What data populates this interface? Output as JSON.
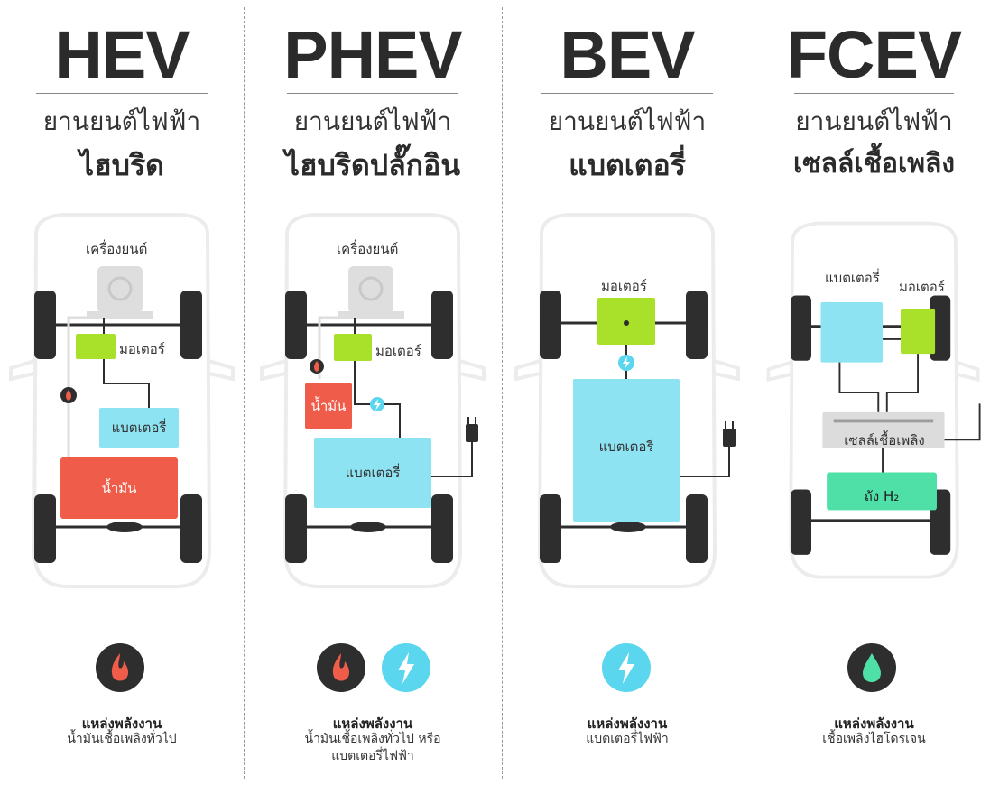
{
  "columns": [
    {
      "code": "HEV",
      "title1": "ยานยนต์ไฟฟ้า",
      "title2": "ไฮบริด",
      "labels": {
        "engine": "เครื่องยนต์",
        "motor": "มอเตอร์",
        "battery": "แบตเตอรี่",
        "fuel": "น้ำมัน"
      },
      "source_title": "แหล่งพลังงาน",
      "source_desc": "น้ำมันเชื้อเพลิงทั่วไป",
      "source_icons": [
        "flame-icon"
      ]
    },
    {
      "code": "PHEV",
      "title1": "ยานยนต์ไฟฟ้า",
      "title2": "ไฮบริดปลั๊กอิน",
      "labels": {
        "engine": "เครื่องยนต์",
        "motor": "มอเตอร์",
        "battery": "แบตเตอรี่",
        "fuel": "น้ำมัน"
      },
      "source_title": "แหล่งพลังงาน",
      "source_desc": "น้ำมันเชื้อเพลิงทั่วไป หรือ",
      "source_desc2": "แบตเตอรี่ไฟฟ้า",
      "source_icons": [
        "flame-icon",
        "lightning-icon"
      ]
    },
    {
      "code": "BEV",
      "title1": "ยานยนต์ไฟฟ้า",
      "title2": "แบตเตอรี่",
      "labels": {
        "motor": "มอเตอร์",
        "battery": "แบตเตอรี่"
      },
      "source_title": "แหล่งพลังงาน",
      "source_desc": "แบตเตอรี่ไฟฟ้า",
      "source_icons": [
        "lightning-icon"
      ]
    },
    {
      "code": "FCEV",
      "title1": "ยานยนต์ไฟฟ้า",
      "title2": "เซลล์เชื้อเพลิง",
      "labels": {
        "battery": "แบตเตอรี่",
        "motor": "มอเตอร์",
        "fuelcell": "เซลล์เชื้อเพลิง",
        "tank": "ถัง H₂"
      },
      "source_title": "แหล่งพลังงาน",
      "source_desc": "เชื้อเพลิงไฮโดรเจน",
      "source_icons": [
        "water-drop-icon"
      ]
    }
  ],
  "colors": {
    "motor": "#a8e02a",
    "battery": "#8ee3f3",
    "fuel": "#ef5d4a",
    "fuelcell": "#dcdcdc",
    "tank": "#4ee0a6",
    "dark": "#2e2e2e",
    "icon_bolt": "#5ad6ef"
  }
}
